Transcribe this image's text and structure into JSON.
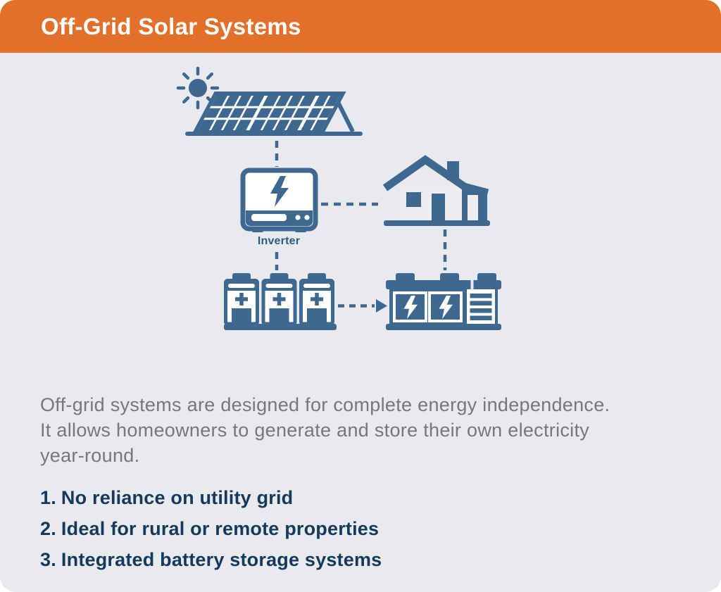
{
  "header": {
    "title": "Off-Grid Solar Systems"
  },
  "diagram": {
    "inverter_label": "Inverter",
    "icons": [
      "sun-icon",
      "solar-panel-icon",
      "inverter-icon",
      "house-icon",
      "battery-bank-icon",
      "battery-storage-icon",
      "dashed-connector-lines",
      "arrow-right-icon"
    ],
    "connections": [
      "solar-panel to inverter",
      "inverter to house",
      "inverter to battery-bank",
      "house to battery-storage",
      "battery-bank to battery-storage (arrow)"
    ]
  },
  "body": {
    "description_lines": [
      "Off-grid systems are designed for complete energy independence.",
      "It allows homeowners to generate and store their own electricity",
      "year-round."
    ],
    "list": [
      {
        "number": "1.",
        "text": "No reliance on utility grid"
      },
      {
        "number": "2.",
        "text": "Ideal for rural or remote properties"
      },
      {
        "number": "3.",
        "text": "Integrated battery storage systems"
      }
    ]
  },
  "colors": {
    "header_bg": "#E2702B",
    "card_bg": "#E9EAEE",
    "icon_blue": "#3E6890",
    "title_text": "#FFFFFF",
    "description_text": "#77767C",
    "list_text": "#16395B",
    "inverter_label_text": "#2F5A85"
  }
}
